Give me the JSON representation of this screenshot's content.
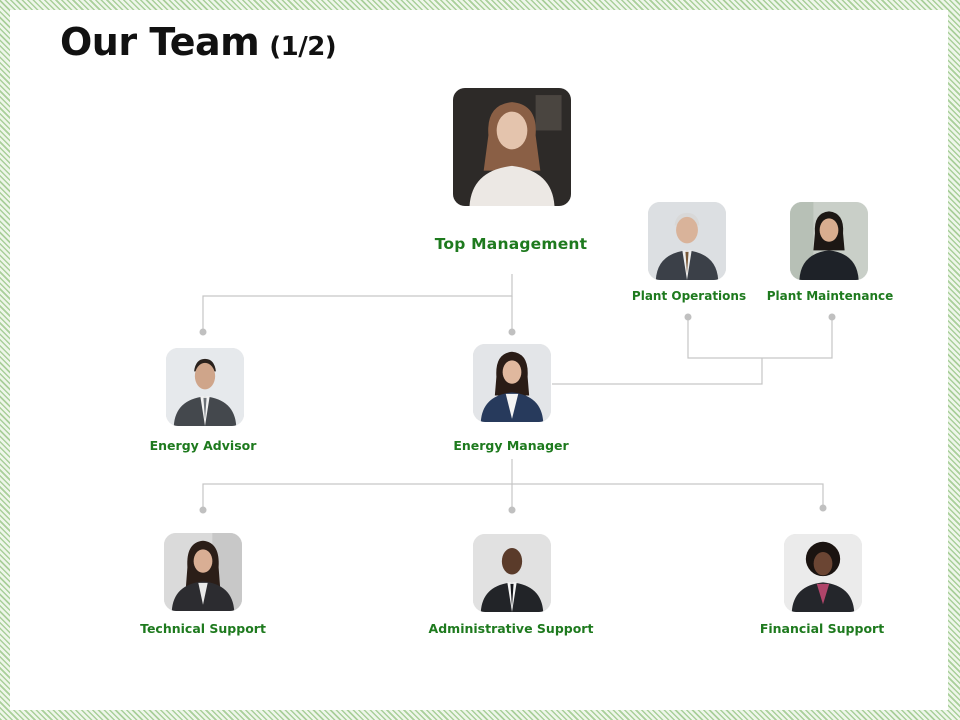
{
  "title": {
    "main": "Our Team",
    "suffix": "(1/2)"
  },
  "colors": {
    "accent": "#1e7a1e",
    "connector": "#c6c6c6",
    "node_dot": "#c0c0c0",
    "border_pattern": "#a9cf9a"
  },
  "nodes": {
    "top_management": {
      "label": "Top Management",
      "photo_icon": "woman-portrait-photo"
    },
    "plant_operations": {
      "label": "Plant Operations",
      "photo_icon": "man-portrait-photo"
    },
    "plant_maintenance": {
      "label": "Plant Maintenance",
      "photo_icon": "woman-portrait-photo"
    },
    "energy_advisor": {
      "label": "Energy Advisor",
      "photo_icon": "man-portrait-photo"
    },
    "energy_manager": {
      "label": "Energy Manager",
      "photo_icon": "woman-portrait-photo"
    },
    "technical_support": {
      "label": "Technical Support",
      "photo_icon": "woman-portrait-photo"
    },
    "administrative_support": {
      "label": "Administrative Support",
      "photo_icon": "man-portrait-photo"
    },
    "financial_support": {
      "label": "Financial Support",
      "photo_icon": "woman-portrait-photo"
    }
  }
}
